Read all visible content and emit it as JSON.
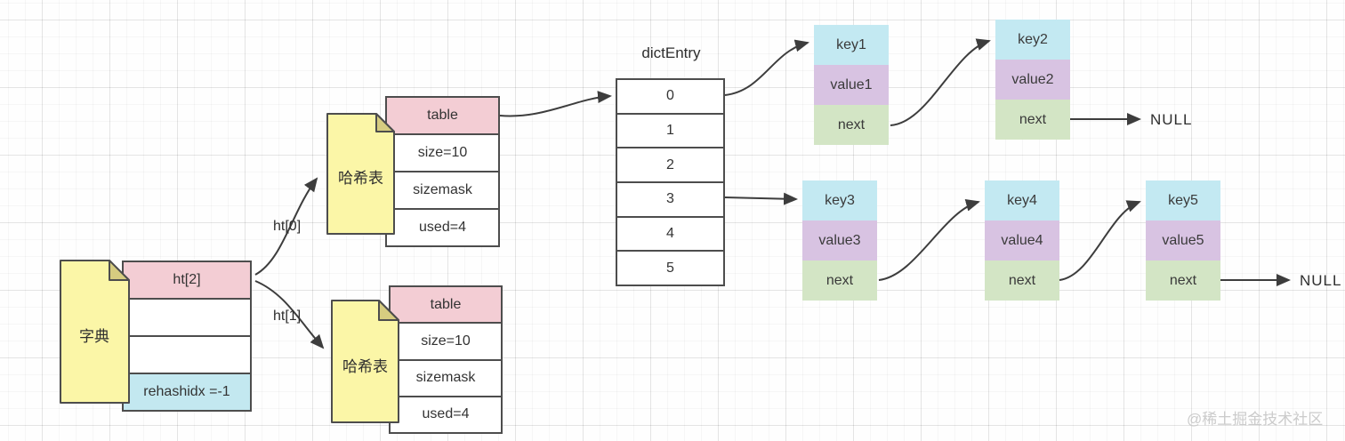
{
  "diagram": {
    "dict": {
      "label": "字典",
      "rows": [
        "ht[2]",
        "",
        "",
        "rehashidx =-1"
      ]
    },
    "arrow_labels": {
      "ht0": "ht[0]",
      "ht1": "ht[1]"
    },
    "hashtable_top": {
      "label": "哈希表",
      "rows": [
        "table",
        "size=10",
        "sizemask",
        "used=4"
      ]
    },
    "hashtable_bottom": {
      "label": "哈希表",
      "rows": [
        "table",
        "size=10",
        "sizemask",
        "used=4"
      ]
    },
    "dictentry": {
      "title": "dictEntry",
      "slots": [
        "0",
        "1",
        "2",
        "3",
        "4",
        "5"
      ]
    },
    "entries": [
      {
        "key": "key1",
        "value": "value1",
        "next": "next"
      },
      {
        "key": "key2",
        "value": "value2",
        "next": "next"
      },
      {
        "key": "key3",
        "value": "value3",
        "next": "next"
      },
      {
        "key": "key4",
        "value": "value4",
        "next": "next"
      },
      {
        "key": "key5",
        "value": "value5",
        "next": "next"
      }
    ],
    "nulls": [
      "NULL",
      "NULL"
    ],
    "watermark": "@稀土掘金技术社区",
    "colors": {
      "pink": "#f3cdd4",
      "yellow": "#fbf6a7",
      "yellow_fold": "#d6cc80",
      "cyan": "#c3e9f2",
      "purple": "#d8c3e2",
      "green": "#d3e5c5",
      "light_blue": "#c3e8f0",
      "border": "#4d4d4d",
      "arrow": "#3d3d3d",
      "watermark_gray": "#cbcbcb"
    }
  }
}
